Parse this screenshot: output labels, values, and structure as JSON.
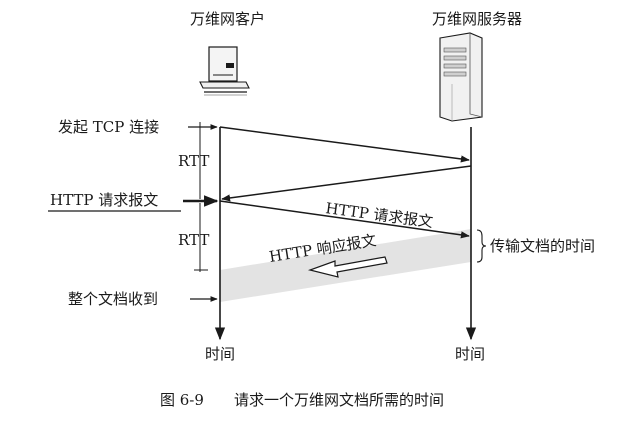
{
  "client_label": "万维网客户",
  "server_label": "万维网服务器",
  "initiate_tcp_label": "发起 TCP 连接",
  "http_request_left_label": "HTTP 请求报文",
  "rtt_label_1": "RTT",
  "rtt_label_2": "RTT",
  "http_request_arrow_label": "HTTP 请求报文",
  "http_response_label": "HTTP 响应报文",
  "transfer_time_label": "传输文档的时间",
  "document_received_label": "整个文档收到",
  "time_label_client": "时间",
  "time_label_server": "时间",
  "figure_number": "图 6-9",
  "figure_caption": "请求一个万维网文档所需的时间",
  "colors": {
    "ink": "#1a1a1a",
    "band": "#e3e3e3",
    "computer": "#f2f2f2"
  }
}
